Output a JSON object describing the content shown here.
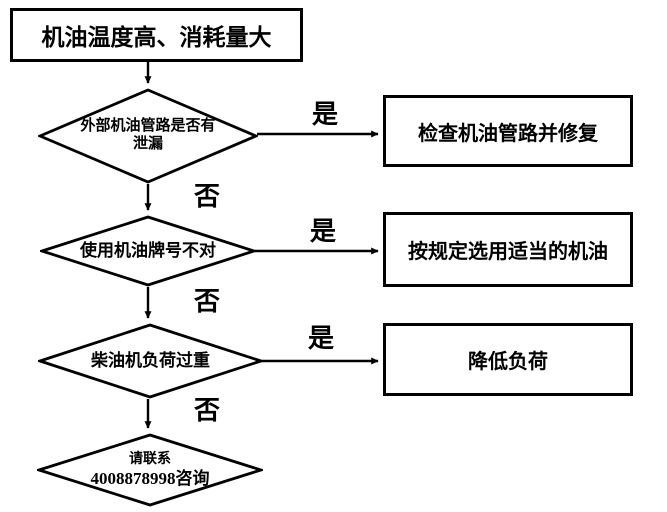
{
  "diagram": {
    "start": "机油温度高、消耗量大",
    "yes_label": "是",
    "no_label": "否",
    "decisions": [
      {
        "line1": "外部机油管路是否有",
        "line2": "泄漏"
      },
      {
        "line1": "使用机油牌号不对"
      },
      {
        "line1": "柴油机负荷过重"
      }
    ],
    "actions": [
      "检查机油管路并修复",
      "按规定选用适当的机油",
      "降低负荷"
    ],
    "terminal": {
      "line1": "请联系",
      "line2": "4008878998咨询"
    },
    "colors": {
      "line": "#000000",
      "background": "#ffffff"
    }
  }
}
